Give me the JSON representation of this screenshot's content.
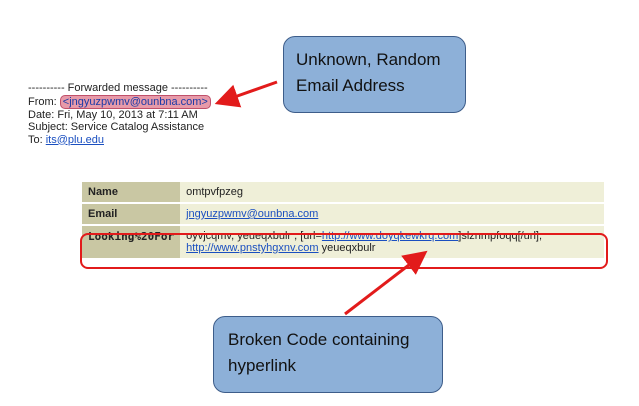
{
  "email": {
    "forwarded_line": "---------- Forwarded message ----------",
    "from_label": "From: ",
    "from_address": "<jngyuzpwmv@ounbna.com>",
    "date_line": "Date: Fri, May 10, 2013 at 7:11 AM",
    "subject_line": "Subject: Service Catalog Assistance",
    "to_label": "To: ",
    "to_address": "its@plu.edu"
  },
  "form": {
    "rows": [
      {
        "label": "Name",
        "value": "omtpvfpzeg"
      },
      {
        "label": "Email",
        "value": "jngyuzpwmv@ounbna.com"
      },
      {
        "label": "Looking%20For",
        "text1": "oyvjcqmv, yeueqxbulr , [url=",
        "link1": "http://www.doyqkewkrq.com",
        "text2": "]slznmpfoqq[/url],",
        "link2": "http://www.pnstyhgxnv.com",
        "text3": " yeueqxbulr"
      }
    ]
  },
  "annotations": {
    "top_callout": [
      "Unknown, Random",
      "Email Address"
    ],
    "bottom_callout": [
      "Broken Code containing",
      "hyperlink"
    ],
    "arrow_color": "#e21b1b",
    "callout_color": "#8db0d8"
  }
}
